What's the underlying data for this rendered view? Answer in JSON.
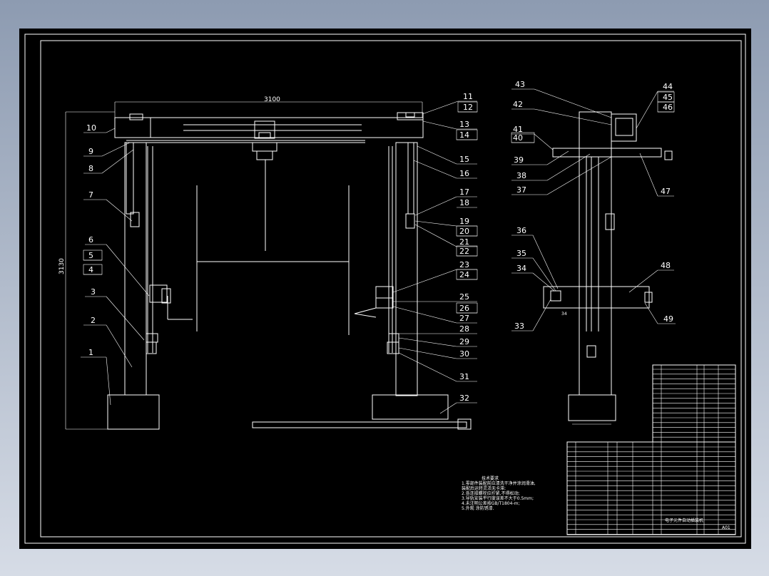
{
  "drawing": {
    "dim_width": "3100",
    "dim_height": "3130",
    "part_numbers_left": [
      "1",
      "2",
      "3",
      "4",
      "5",
      "6",
      "7",
      "8",
      "9",
      "10"
    ],
    "part_numbers_right": [
      "11",
      "12",
      "13",
      "14",
      "15",
      "16",
      "17",
      "18",
      "19",
      "20",
      "21",
      "22",
      "23",
      "24",
      "25",
      "26",
      "27",
      "28",
      "29",
      "30",
      "31",
      "32"
    ],
    "part_numbers_side": [
      "33",
      "34",
      "35",
      "36",
      "37",
      "38",
      "39",
      "40",
      "41",
      "42",
      "43",
      "44",
      "45",
      "46",
      "47",
      "48",
      "49"
    ],
    "side_small_label": "34",
    "notes_title": "技术要求",
    "notes": [
      "1.零部件装配前应清洗干净并涂润滑油,",
      "  装配后运转灵活无卡滞;",
      "2.各连接螺栓应拧紧,不得松动;",
      "3.导轨安装平行度误差不大于0.5mm;",
      "4.未注明公差按GB/T1804-m;",
      "5.外观 涂防锈漆."
    ],
    "drawing_number": "A01",
    "title_block_name": "电子元件自动插装机"
  }
}
